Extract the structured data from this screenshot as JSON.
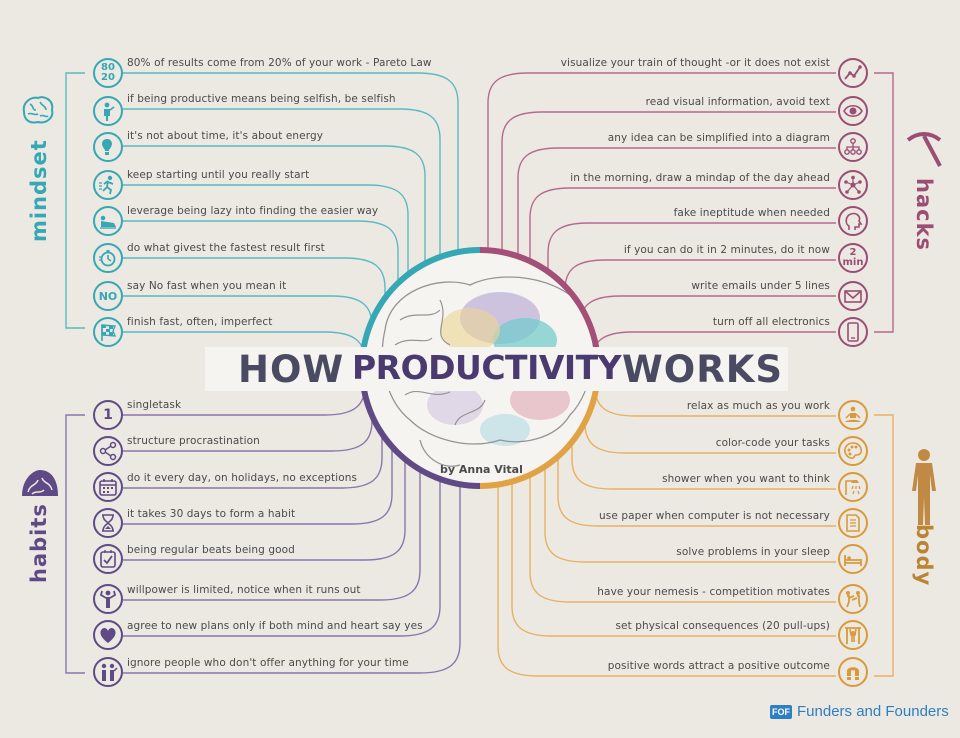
{
  "title": {
    "left": "HOW",
    "middle": "PRODUCTIVITY",
    "right": "WORKS"
  },
  "author": "by Anna Vital",
  "brand": {
    "logo": "FOF",
    "name": "Funders and Founders"
  },
  "colors": {
    "mindset": "#36a7b4",
    "hacks": "#9a4e73",
    "habits": "#5f4a86",
    "body": "#d99a3c",
    "background": "#ece9e3",
    "title": "#4a4a63"
  },
  "sections": {
    "mindset": {
      "label": "mindset",
      "icon": "brain-icon",
      "items": [
        {
          "text": "80% of results come from 20% of your work - Pareto Law",
          "icon": "80-20-icon",
          "glyph": "80\n20"
        },
        {
          "text": "if being productive means being selfish, be selfish",
          "icon": "selfish-person-icon"
        },
        {
          "text": "it's not about time, it's about energy",
          "icon": "lightbulb-icon"
        },
        {
          "text": "keep starting until you really start",
          "icon": "running-person-icon"
        },
        {
          "text": "leverage being lazy into finding the easier way",
          "icon": "lazy-person-icon"
        },
        {
          "text": "do what givest the fastest result first",
          "icon": "stopwatch-icon"
        },
        {
          "text": "say No fast when you mean it",
          "icon": "no-icon",
          "glyph": "NO"
        },
        {
          "text": "finish fast, often, imperfect",
          "icon": "checkered-flag-icon"
        }
      ]
    },
    "hacks": {
      "label": "hacks",
      "icon": "pickaxe-icon",
      "items": [
        {
          "text": "visualize your train of thought -or it does not exist",
          "icon": "line-graph-icon"
        },
        {
          "text": "read visual information, avoid text",
          "icon": "eye-icon"
        },
        {
          "text": "any idea can be simplified into a diagram",
          "icon": "diagram-icon"
        },
        {
          "text": "in the morning, draw a mindap of the day ahead",
          "icon": "mindmap-icon"
        },
        {
          "text": "fake ineptitude when needed",
          "icon": "head-icon"
        },
        {
          "text": "if you can do it in 2 minutes, do it now",
          "icon": "two-min-icon",
          "glyph": "2\nmin"
        },
        {
          "text": "write emails  under 5  lines",
          "icon": "envelope-icon"
        },
        {
          "text": "turn off all electronics",
          "icon": "phone-icon"
        }
      ]
    },
    "habits": {
      "label": "habits",
      "icon": "brain-half-icon",
      "items": [
        {
          "text": "singletask",
          "icon": "one-icon",
          "glyph": "1"
        },
        {
          "text": "structure procrastination",
          "icon": "network-icon"
        },
        {
          "text": "do it every day, on holidays, no exceptions",
          "icon": "calendar-icon"
        },
        {
          "text": "it takes 30 days to form a habit",
          "icon": "hourglass-icon"
        },
        {
          "text": "being regular beats being good",
          "icon": "checklist-icon"
        },
        {
          "text": "willpower is limited, notice when it runs out",
          "icon": "strong-person-icon"
        },
        {
          "text": "agree to new plans only if  both mind and heart say yes",
          "icon": "heart-icon"
        },
        {
          "text": "ignore people who don't offer anything for your time",
          "icon": "people-icon"
        }
      ]
    },
    "body": {
      "label": "body",
      "icon": "human-body-icon",
      "items": [
        {
          "text": "relax as much as you work",
          "icon": "meditation-icon"
        },
        {
          "text": "color-code your tasks",
          "icon": "palette-icon"
        },
        {
          "text": "shower when you want to think",
          "icon": "shower-icon"
        },
        {
          "text": "use paper when computer is not necessary",
          "icon": "paper-icon"
        },
        {
          "text": "solve problems in your sleep",
          "icon": "bed-icon"
        },
        {
          "text": "have your nemesis - competition motivates",
          "icon": "fight-icon"
        },
        {
          "text": "set physical consequences  (20 pull-ups)",
          "icon": "pullup-icon"
        },
        {
          "text": "positive words attract a positive outcome",
          "icon": "magnet-icon"
        }
      ]
    }
  }
}
